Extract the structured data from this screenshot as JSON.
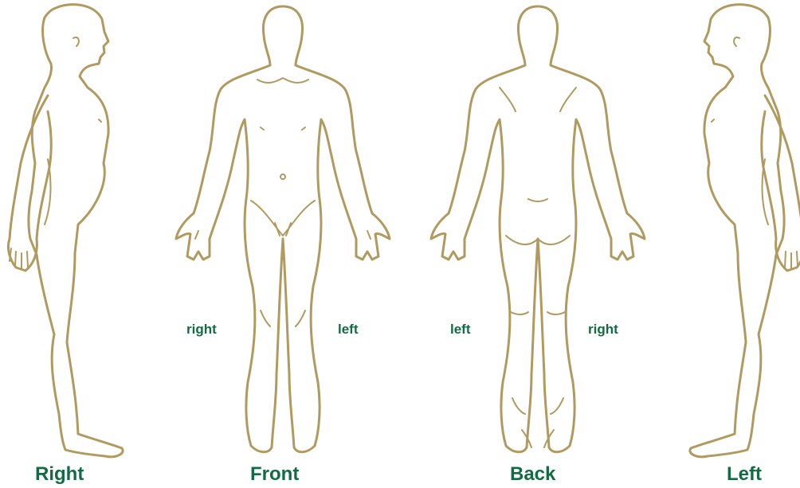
{
  "colors": {
    "outline": "#b09a5f",
    "label": "#146a43",
    "background": "#ffffff"
  },
  "views": {
    "right": {
      "label": "Right"
    },
    "front": {
      "label": "Front",
      "side_right": "right",
      "side_left": "left"
    },
    "back": {
      "label": "Back",
      "side_left": "left",
      "side_right": "right"
    },
    "left": {
      "label": "Left"
    }
  }
}
